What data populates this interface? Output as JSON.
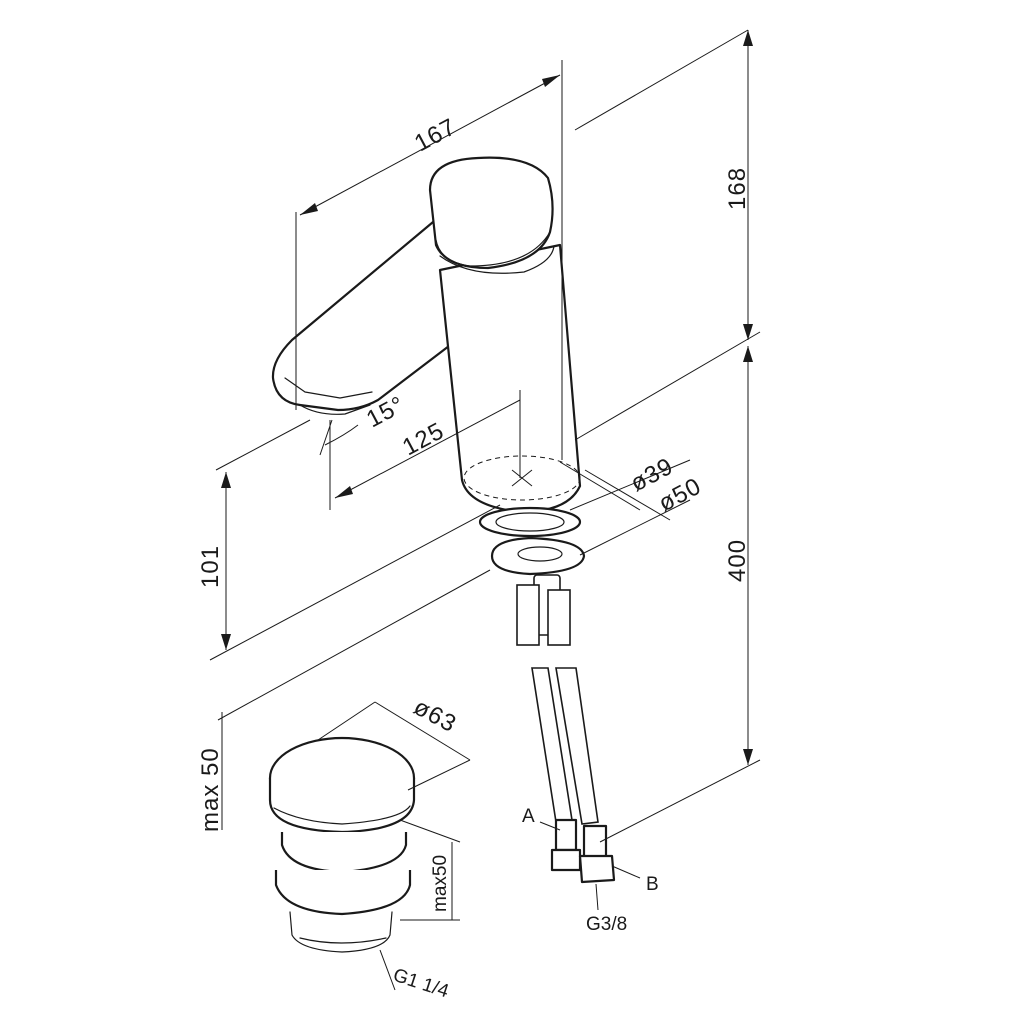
{
  "dimensions": {
    "spout_length": "167",
    "height_to_lever": "168",
    "spout_angle": "15°",
    "spout_reach": "125",
    "spout_height": "101",
    "total_hose_length": "400",
    "base_inner_dia": "ø39",
    "base_outer_dia": "ø50",
    "drain_cap_dia": "ø63",
    "drain_height_max_left": "max 50",
    "drain_height_max_side": "max50",
    "drain_thread": "G1 1/4",
    "hose_thread": "G3/8",
    "hose_a": "A",
    "hose_b": "B"
  }
}
